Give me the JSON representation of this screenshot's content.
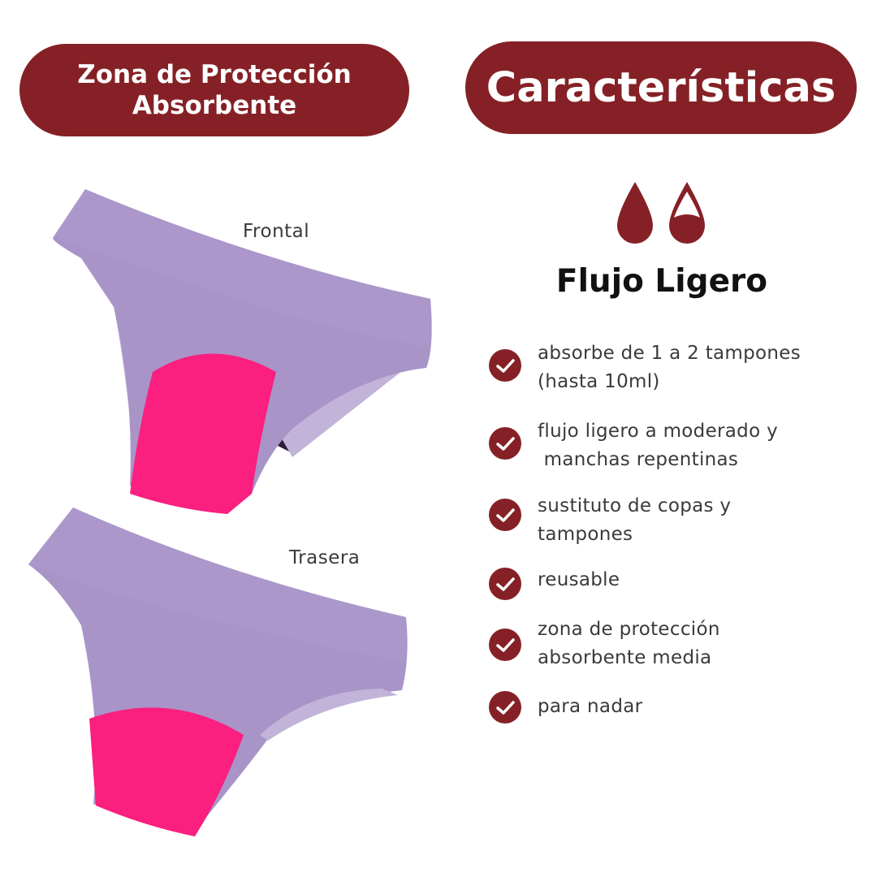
{
  "header_left": {
    "line1": "Zona de Protección",
    "line2": "Absorbente"
  },
  "header_right": {
    "title": "Características"
  },
  "views": {
    "front_label": "Frontal",
    "back_label": "Trasera"
  },
  "flow": {
    "title": "Flujo Ligero",
    "icons": [
      "blood-drop-full-icon",
      "blood-drop-partial-icon"
    ]
  },
  "features": [
    {
      "line1": "absorbe de 1 a 2 tampones",
      "line2": "(hasta 10ml)"
    },
    {
      "line1": "flujo ligero a moderado y",
      "line2": " manchas repentinas"
    },
    {
      "line1": "sustituto de copas y",
      "line2": "tampones"
    },
    {
      "line1": "reusable",
      "line2": ""
    },
    {
      "line1": "zona de protección",
      "line2": "absorbente media"
    },
    {
      "line1": "para nadar",
      "line2": ""
    }
  ],
  "colors": {
    "brand": "#852126",
    "garment": "#a994c8",
    "absorbent_zone": "#fb1f7f",
    "inner_lining": "#2b1e3a"
  },
  "icons": {
    "check": "check-circle-icon"
  }
}
